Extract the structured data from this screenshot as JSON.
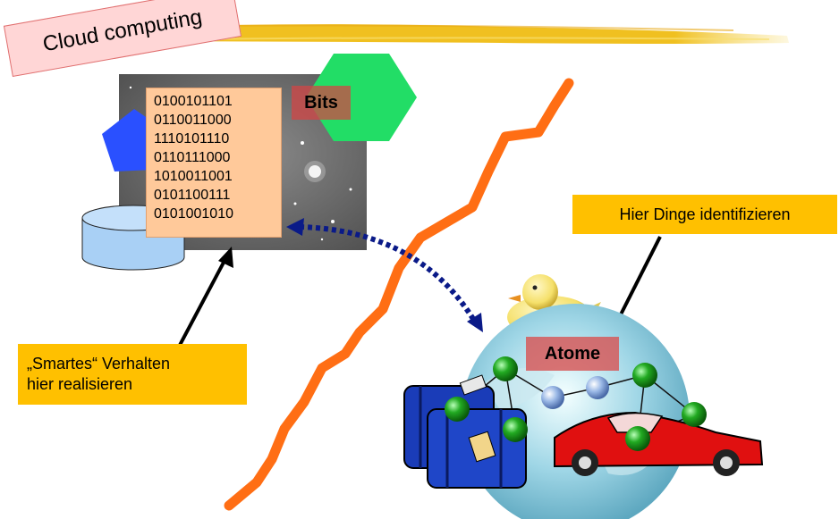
{
  "title": "Cloud computing",
  "bits": {
    "label": "Bits",
    "binary_lines": [
      "0100101101",
      "0110011000",
      "1110101110",
      "0110111000",
      "1010011001",
      "0101100111",
      "0101001010"
    ]
  },
  "callouts": {
    "hier_dinge": "Hier Dinge identifizieren",
    "smartes_line1": "„Smartes“ Verhalten",
    "smartes_line2": "hier realisieren"
  },
  "atome": {
    "label": "Atome"
  },
  "colors": {
    "stroke_brush": "#f0c020",
    "title_bg": "#ffd6d6",
    "binary_bg": "#ffc99a",
    "callout_bg": "#ffc000",
    "divider_line": "#ff6e14",
    "node": "#22aa22",
    "node_light": "#9ab8e6",
    "dashed_arrow": "#0a1a88",
    "car": "#e01010",
    "suitcase": "#1a3cb8",
    "duck": "#f5e06a"
  },
  "icons": [
    "pentagon-shape",
    "hexagon-shape",
    "database-cylinder-icon",
    "rubber-duck-icon",
    "globe-icon",
    "suitcase-icon",
    "sports-car-icon"
  ]
}
